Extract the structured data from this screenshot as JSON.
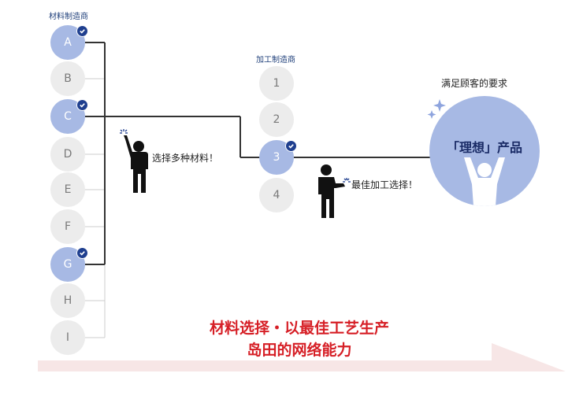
{
  "materials": {
    "title": "材料制造商",
    "items": [
      {
        "label": "A",
        "selected": true
      },
      {
        "label": "B",
        "selected": false
      },
      {
        "label": "C",
        "selected": true
      },
      {
        "label": "D",
        "selected": false
      },
      {
        "label": "E",
        "selected": false
      },
      {
        "label": "F",
        "selected": false
      },
      {
        "label": "G",
        "selected": true
      },
      {
        "label": "H",
        "selected": false
      },
      {
        "label": "I",
        "selected": false
      }
    ]
  },
  "processors": {
    "title": "加工制造商",
    "items": [
      {
        "label": "1",
        "selected": false
      },
      {
        "label": "2",
        "selected": false
      },
      {
        "label": "3",
        "selected": true
      },
      {
        "label": "4",
        "selected": false
      }
    ]
  },
  "speech": {
    "choose_material": "选择多种材料！",
    "choose_processing": "最佳加工选择！"
  },
  "customer": {
    "caption": "满足顾客的要求",
    "product": "「理想」产品"
  },
  "tagline": {
    "line1": "材料选择・以最佳工艺生产",
    "line2": "岛田的网络能力"
  },
  "colors": {
    "selected": "#a7b9e4",
    "unselected": "#ececec",
    "check": "#1f3f8f",
    "tagline": "#d61f26",
    "arrow": "#f7e6e6"
  }
}
